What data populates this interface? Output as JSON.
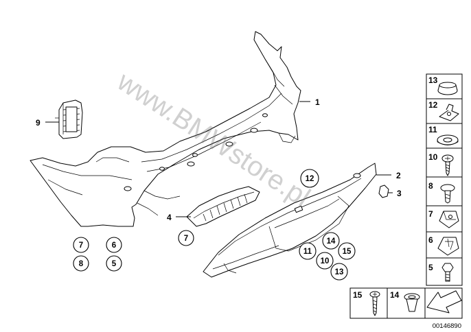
{
  "watermark": "www.BMWstore.pl",
  "reference_number": "00146890",
  "part_labels": {
    "p1": "1",
    "p2": "2",
    "p3": "3",
    "p4": "4",
    "p9": "9"
  },
  "callouts": {
    "c7a": "7",
    "c8": "8",
    "c6": "6",
    "c5": "5",
    "c7b": "7",
    "c12": "12",
    "c14": "14",
    "c15": "15",
    "c11": "11",
    "c10": "10",
    "c13": "13"
  },
  "legend_right": [
    "13",
    "12",
    "11",
    "10",
    "8",
    "7",
    "6",
    "5"
  ],
  "legend_bottom": [
    "15",
    "14"
  ],
  "icons": [
    "bumper-panel-icon",
    "bumper-lower-trim-icon",
    "heat-shield-icon",
    "sensor-bracket-icon",
    "reflector-icon",
    "grommet-icon",
    "clip-nut-icon",
    "washer-icon",
    "screw-icon",
    "expanding-rivet-icon",
    "spring-nut-icon",
    "bolt-icon",
    "plug-icon",
    "arrow-icon"
  ]
}
